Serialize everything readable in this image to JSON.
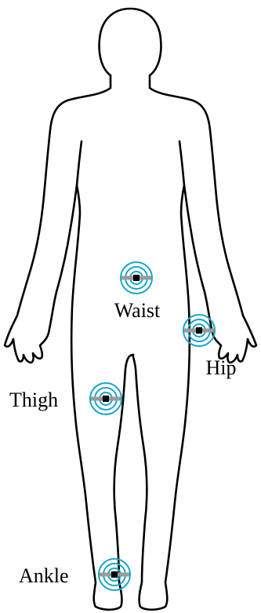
{
  "colors": {
    "outline": "#000000",
    "ring": "#1aa5c8",
    "band": "#9a9a9a",
    "core": "#000000",
    "background": "#ffffff"
  },
  "sensors": [
    {
      "id": "waist",
      "label": "Waist"
    },
    {
      "id": "hip",
      "label": "Hip"
    },
    {
      "id": "thigh",
      "label": "Thigh"
    },
    {
      "id": "ankle",
      "label": "Ankle"
    }
  ]
}
